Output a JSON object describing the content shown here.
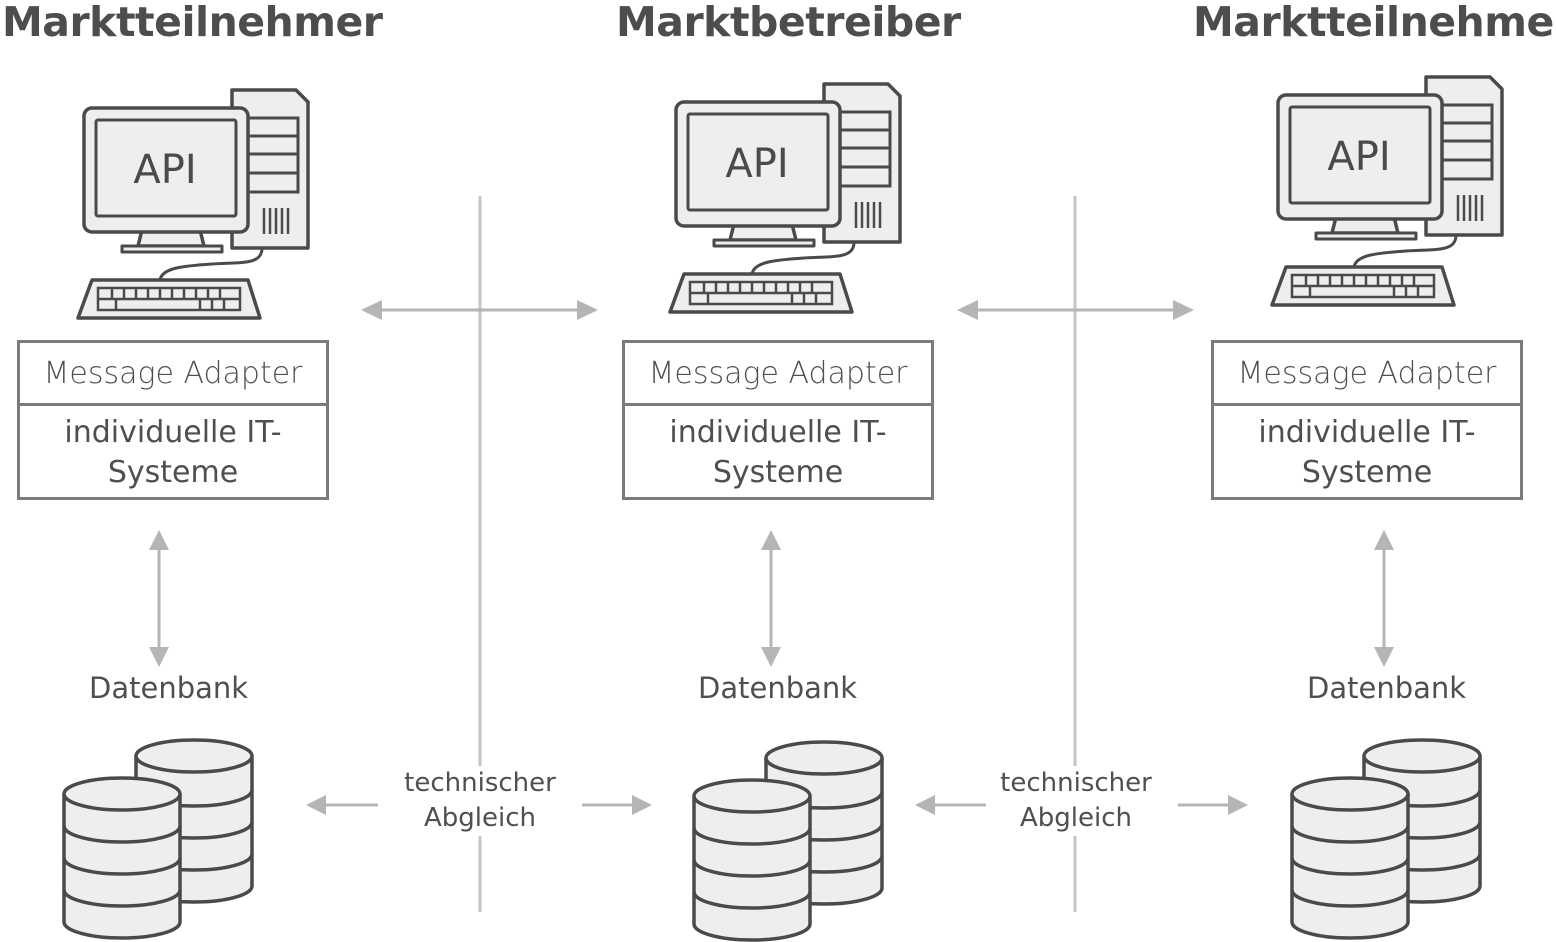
{
  "headings": {
    "left": "Marktteilnehmer",
    "center": "Marktbetreiber",
    "right": "Marktteilnehmer"
  },
  "nodes": [
    {
      "api_label": "API",
      "adapter_label": "Message Adapter",
      "systems_line1": "individuelle IT-",
      "systems_line2": "Systeme",
      "db_label": "Datenbank"
    },
    {
      "api_label": "API",
      "adapter_label": "Message Adapter",
      "systems_line1": "individuelle IT-",
      "systems_line2": "Systeme",
      "db_label": "Datenbank"
    },
    {
      "api_label": "API",
      "adapter_label": "Message Adapter",
      "systems_line1": "individuelle IT-",
      "systems_line2": "Systeme",
      "db_label": "Datenbank"
    }
  ],
  "sync_labels": [
    {
      "line1": "technischer",
      "line2": "Abgleich"
    },
    {
      "line1": "technischer",
      "line2": "Abgleich"
    }
  ],
  "colors": {
    "outline": "#4a4a4a",
    "fill": "#eeeeee",
    "arrow": "#b5b5b5",
    "box_border": "#7b7b7b",
    "divider": "#c4c4c4"
  },
  "icons": {
    "computer": "desktop-computer-icon",
    "database": "database-stack-icon"
  }
}
